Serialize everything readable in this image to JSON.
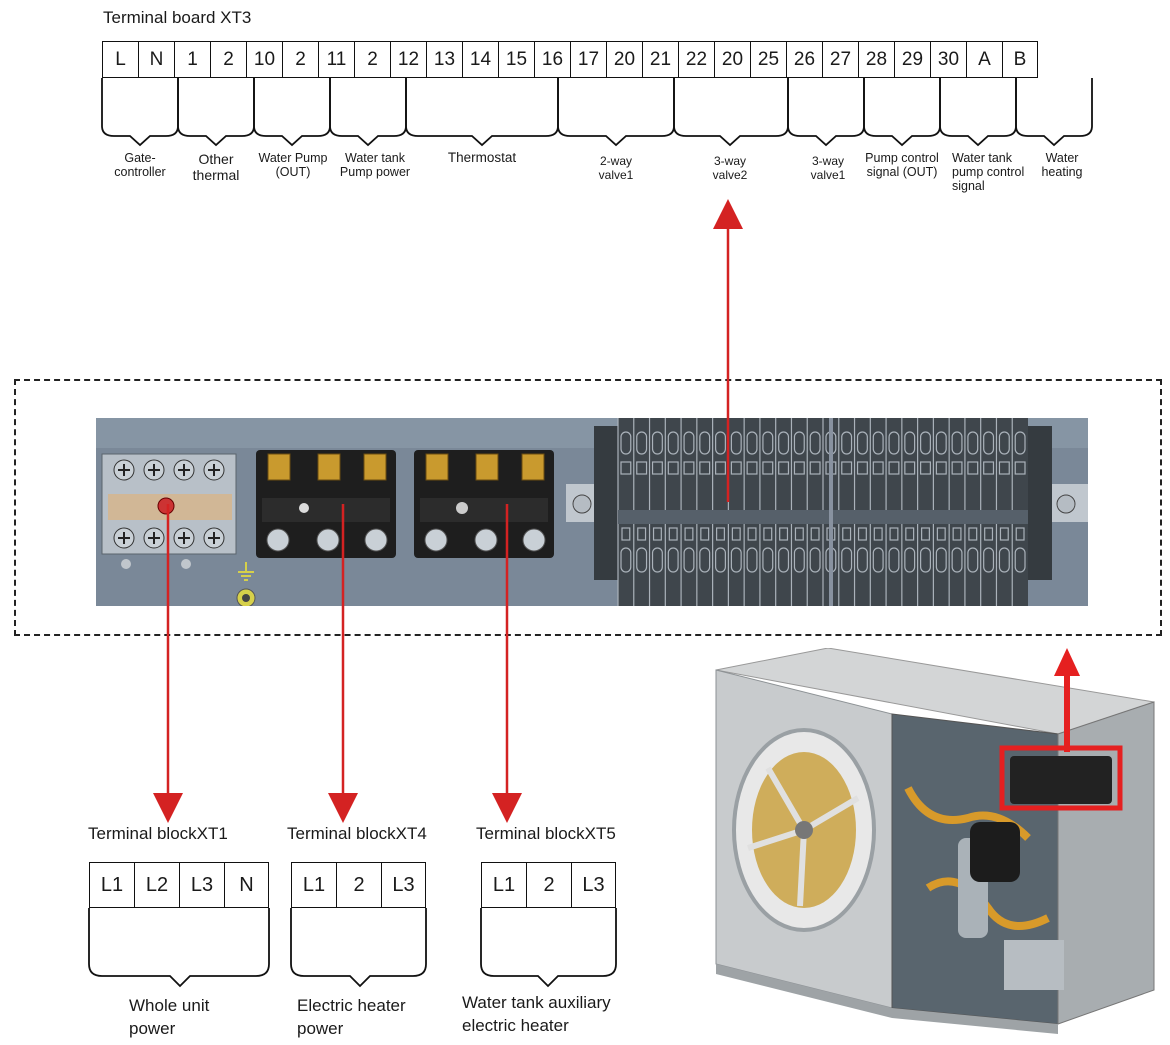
{
  "xt3": {
    "title": "Terminal board XT3",
    "terminals": [
      "L",
      "N",
      "1",
      "2",
      "10",
      "2",
      "11",
      "2",
      "12",
      "13",
      "14",
      "15",
      "16",
      "17",
      "20",
      "21",
      "22",
      "20",
      "25",
      "26",
      "27",
      "28",
      "29",
      "30",
      "A",
      "B"
    ],
    "groups": [
      {
        "label": "Gate-\ncontroller"
      },
      {
        "label": "Other\nthermal"
      },
      {
        "label": "Water Pump\n(OUT)"
      },
      {
        "label": "Water tank\nPump power"
      },
      {
        "label": "Thermostat"
      },
      {
        "label": "2-way\nvalve1"
      },
      {
        "label": "3-way\nvalve2"
      },
      {
        "label": "3-way\nvalve1"
      },
      {
        "label": "Pump control\nsignal (OUT)"
      },
      {
        "label": "Water tank\npump control\nsignal"
      },
      {
        "label": "Water\nheating"
      }
    ]
  },
  "xt1": {
    "title": "Terminal blockXT1",
    "terminals": [
      "L1",
      "L2",
      "L3",
      "N"
    ],
    "caption": "Whole unit\npower"
  },
  "xt4": {
    "title": "Terminal blockXT4",
    "terminals": [
      "L1",
      "2",
      "L3"
    ],
    "caption": "Electric heater\npower"
  },
  "xt5": {
    "title": "Terminal blockXT5",
    "terminals": [
      "L1",
      "2",
      "L3"
    ],
    "caption": "Water tank auxiliary\nelectric heater"
  },
  "colors": {
    "arrow": "#d42222",
    "panel": "#7a8898",
    "block_dark": "#1e1e1e",
    "terminal_rail": "#3f464c",
    "screw": "#c9d0d6",
    "highlight": "#e52020"
  },
  "icons": {
    "ground": "ground-icon",
    "heat_pump": "heat-pump-unit-illustration"
  }
}
